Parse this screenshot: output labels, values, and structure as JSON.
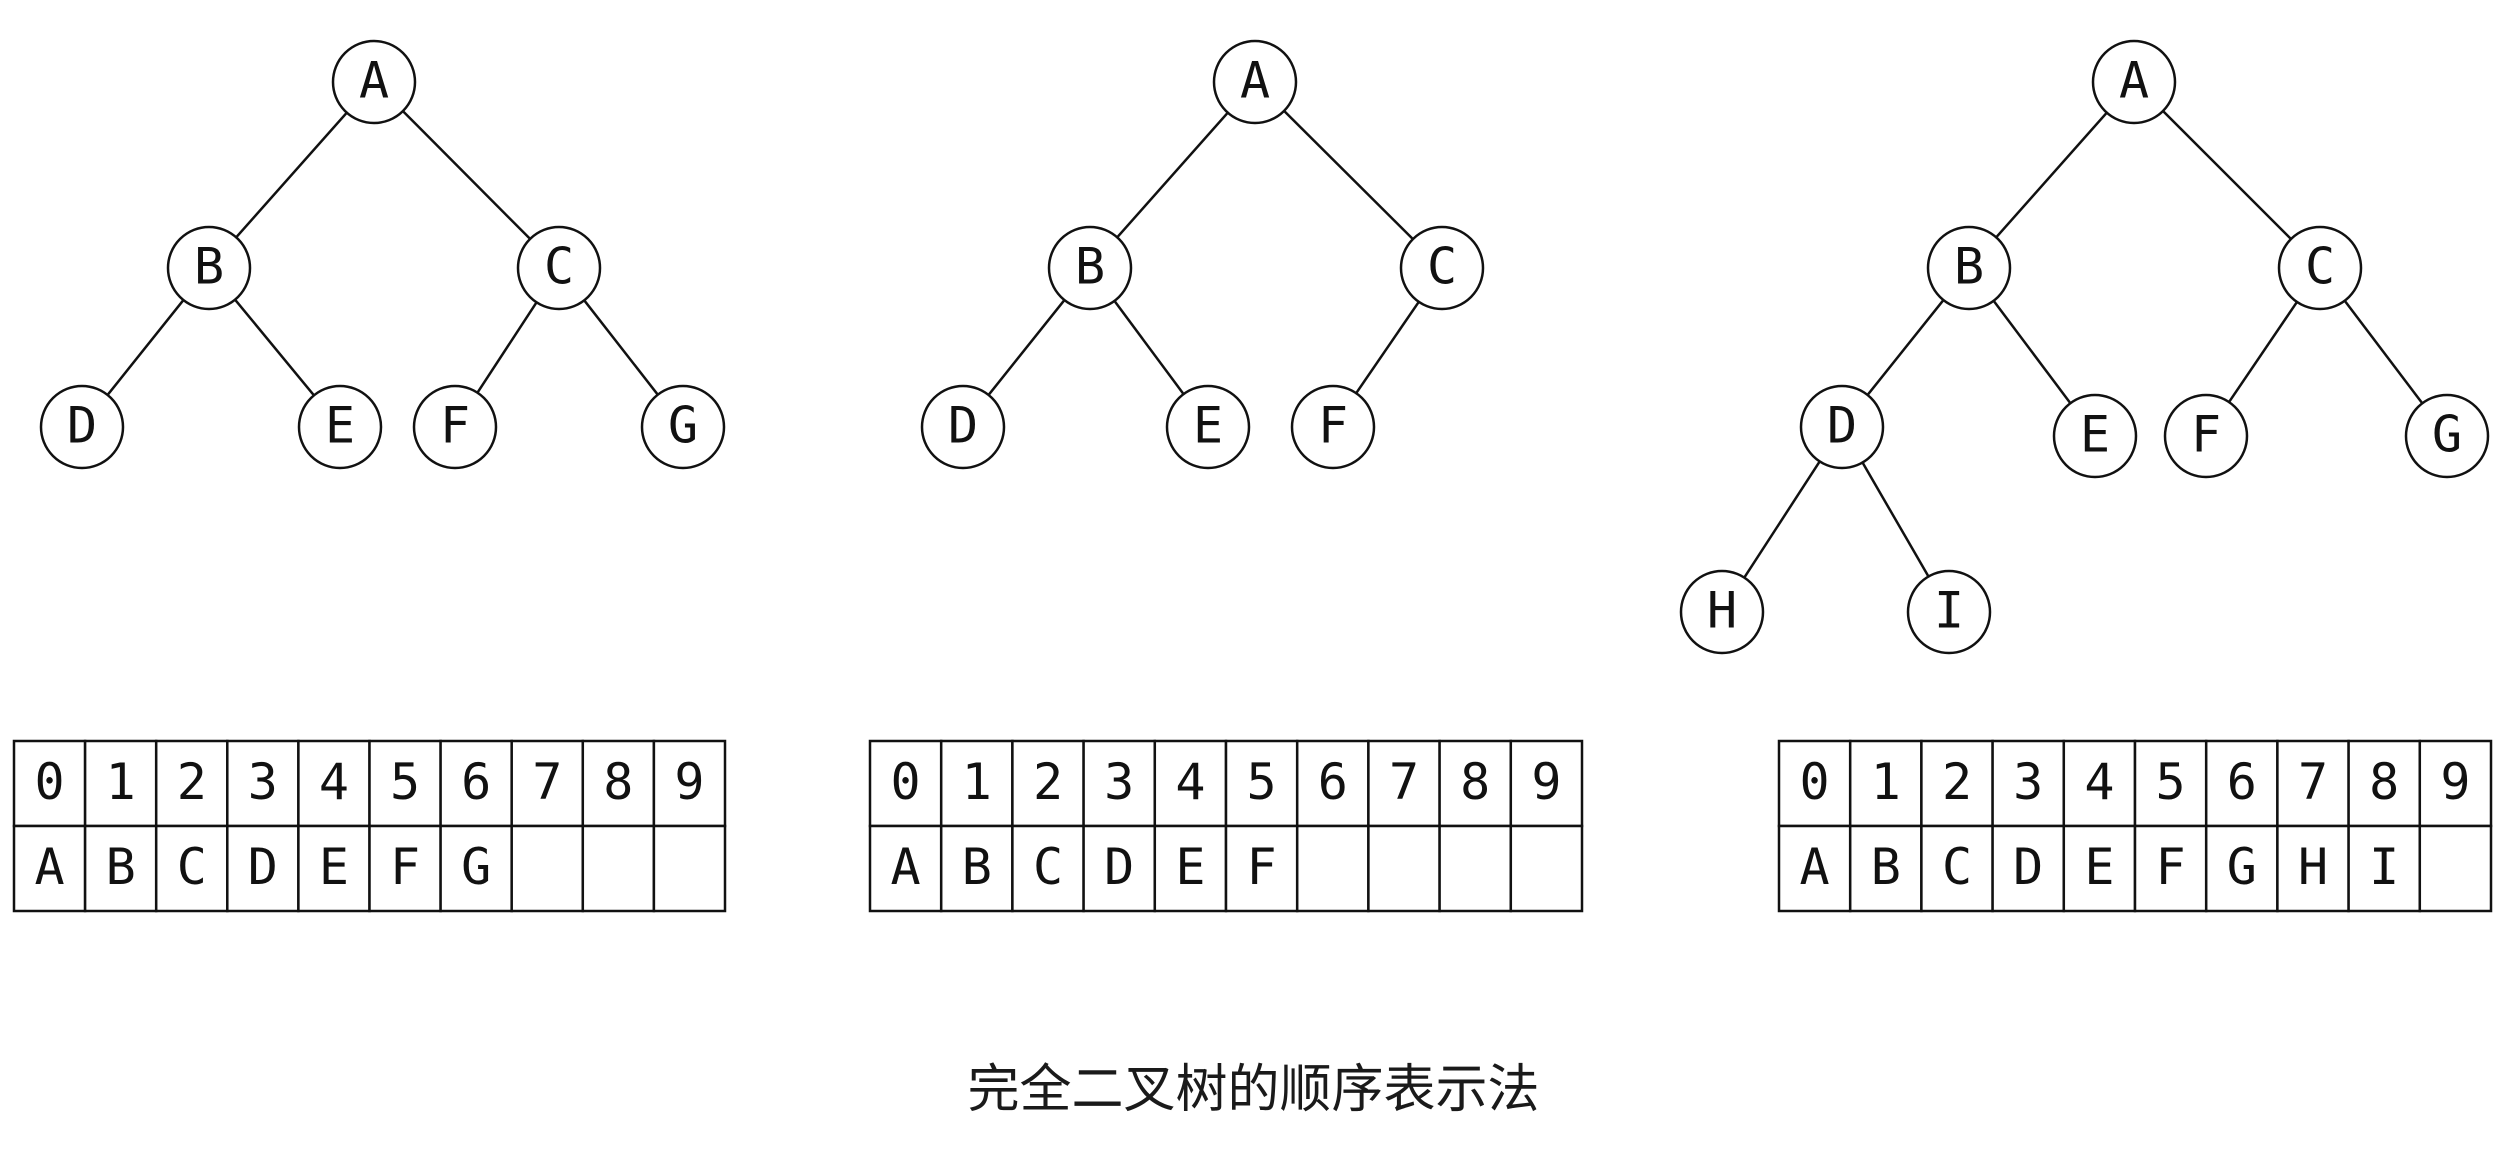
{
  "caption": "完全二叉树的顺序表示法",
  "index_labels": [
    "0",
    "1",
    "2",
    "3",
    "4",
    "5",
    "6",
    "7",
    "8",
    "9"
  ],
  "diagrams": [
    {
      "nodes": [
        "A",
        "B",
        "C",
        "D",
        "E",
        "F",
        "G"
      ],
      "edges": [
        [
          "A",
          "B"
        ],
        [
          "A",
          "C"
        ],
        [
          "B",
          "D"
        ],
        [
          "B",
          "E"
        ],
        [
          "C",
          "F"
        ],
        [
          "C",
          "G"
        ]
      ],
      "array": [
        "A",
        "B",
        "C",
        "D",
        "E",
        "F",
        "G",
        "",
        "",
        ""
      ]
    },
    {
      "nodes": [
        "A",
        "B",
        "C",
        "D",
        "E",
        "F"
      ],
      "edges": [
        [
          "A",
          "B"
        ],
        [
          "A",
          "C"
        ],
        [
          "B",
          "D"
        ],
        [
          "B",
          "E"
        ],
        [
          "C",
          "F"
        ]
      ],
      "array": [
        "A",
        "B",
        "C",
        "D",
        "E",
        "F",
        "",
        "",
        "",
        ""
      ]
    },
    {
      "nodes": [
        "A",
        "B",
        "C",
        "D",
        "E",
        "F",
        "G",
        "H",
        "I"
      ],
      "edges": [
        [
          "A",
          "B"
        ],
        [
          "A",
          "C"
        ],
        [
          "B",
          "D"
        ],
        [
          "B",
          "E"
        ],
        [
          "C",
          "F"
        ],
        [
          "C",
          "G"
        ],
        [
          "D",
          "H"
        ],
        [
          "D",
          "I"
        ]
      ],
      "array": [
        "A",
        "B",
        "C",
        "D",
        "E",
        "F",
        "G",
        "H",
        "I",
        ""
      ]
    }
  ]
}
